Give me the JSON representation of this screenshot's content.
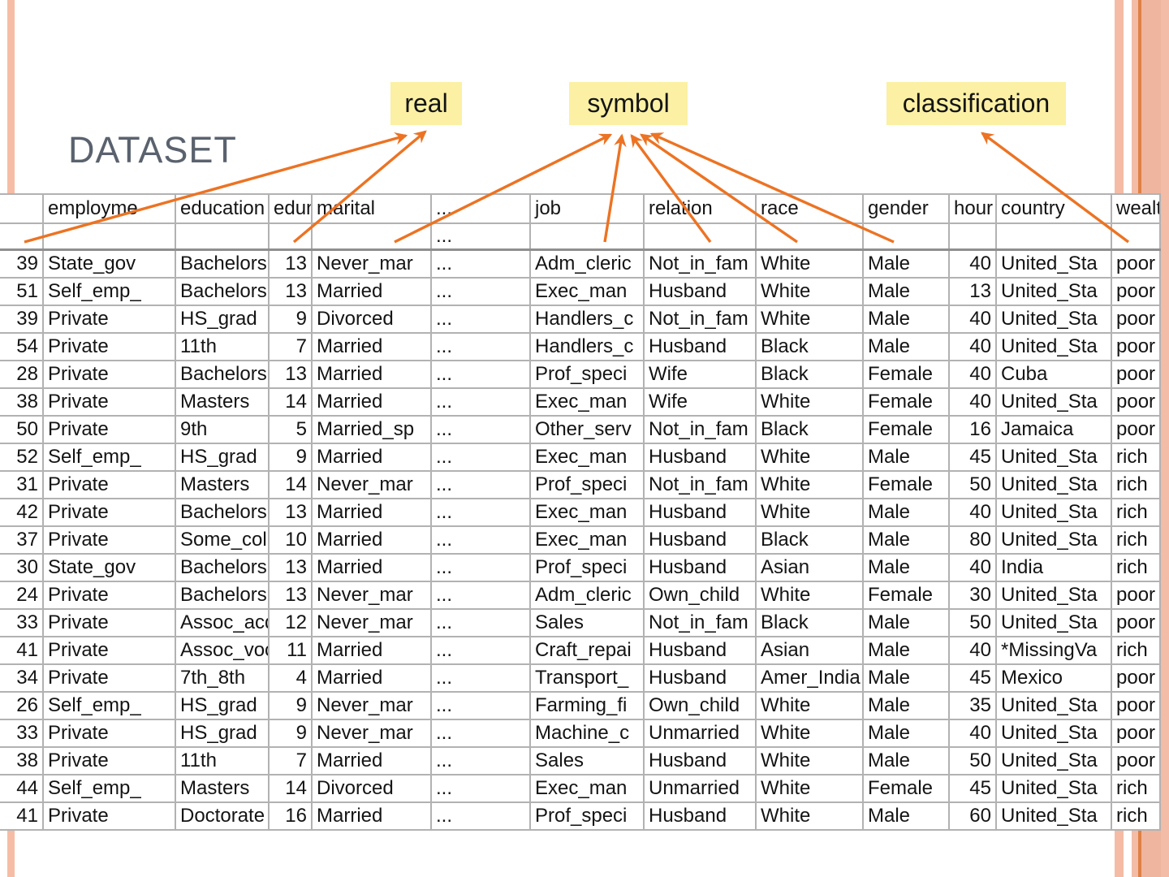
{
  "slide": {
    "title": "Dataset"
  },
  "labels": [
    {
      "id": "real",
      "text": "real",
      "targets": [
        "age",
        "edunum"
      ]
    },
    {
      "id": "symbol",
      "text": "symbol",
      "targets": [
        "marital",
        "job",
        "relation",
        "race",
        "gender"
      ]
    },
    {
      "id": "classification",
      "text": "classification",
      "targets": [
        "wealth"
      ]
    }
  ],
  "arrow_color": "#ec7323",
  "label_bg_color": "#fbf0a4",
  "title_color": "#5a626e",
  "table": {
    "columns": [
      {
        "key": "age",
        "header": "",
        "align": "right"
      },
      {
        "key": "employment",
        "header": "employme",
        "align": "left"
      },
      {
        "key": "education",
        "header": "education",
        "align": "left"
      },
      {
        "key": "edunum",
        "header": "edun",
        "align": "right"
      },
      {
        "key": "marital",
        "header": "marital",
        "align": "left"
      },
      {
        "key": "dots",
        "header": "...",
        "align": "left"
      },
      {
        "key": "job",
        "header": "job",
        "align": "left"
      },
      {
        "key": "relation",
        "header": "relation",
        "align": "left"
      },
      {
        "key": "race",
        "header": "race",
        "align": "left"
      },
      {
        "key": "gender",
        "header": "gender",
        "align": "left"
      },
      {
        "key": "hours",
        "header": "hour",
        "align": "right"
      },
      {
        "key": "country",
        "header": "country",
        "align": "left"
      },
      {
        "key": "wealth",
        "header": "wealt",
        "align": "left"
      }
    ],
    "filter_row": [
      "",
      "",
      "",
      "",
      "",
      "...",
      "",
      "",
      "",
      "",
      "",
      "",
      ""
    ],
    "rows": [
      [
        "39",
        "State_gov",
        "Bachelors",
        "13",
        "Never_mar",
        "...",
        "Adm_cleric",
        "Not_in_fam",
        "White",
        "Male",
        "40",
        "United_Sta",
        "poor"
      ],
      [
        "51",
        "Self_emp_",
        "Bachelors",
        "13",
        "Married",
        "...",
        "Exec_man",
        "Husband",
        "White",
        "Male",
        "13",
        "United_Sta",
        "poor"
      ],
      [
        "39",
        "Private",
        "HS_grad",
        "9",
        "Divorced",
        "...",
        "Handlers_c",
        "Not_in_fam",
        "White",
        "Male",
        "40",
        "United_Sta",
        "poor"
      ],
      [
        "54",
        "Private",
        "11th",
        "7",
        "Married",
        "...",
        "Handlers_c",
        "Husband",
        "Black",
        "Male",
        "40",
        "United_Sta",
        "poor"
      ],
      [
        "28",
        "Private",
        "Bachelors",
        "13",
        "Married",
        "...",
        "Prof_speci",
        "Wife",
        "Black",
        "Female",
        "40",
        "Cuba",
        "poor"
      ],
      [
        "38",
        "Private",
        "Masters",
        "14",
        "Married",
        "...",
        "Exec_man",
        "Wife",
        "White",
        "Female",
        "40",
        "United_Sta",
        "poor"
      ],
      [
        "50",
        "Private",
        "9th",
        "5",
        "Married_sp",
        "...",
        "Other_serv",
        "Not_in_fam",
        "Black",
        "Female",
        "16",
        "Jamaica",
        "poor"
      ],
      [
        "52",
        "Self_emp_",
        "HS_grad",
        "9",
        "Married",
        "...",
        "Exec_man",
        "Husband",
        "White",
        "Male",
        "45",
        "United_Sta",
        "rich"
      ],
      [
        "31",
        "Private",
        "Masters",
        "14",
        "Never_mar",
        "...",
        "Prof_speci",
        "Not_in_fam",
        "White",
        "Female",
        "50",
        "United_Sta",
        "rich"
      ],
      [
        "42",
        "Private",
        "Bachelors",
        "13",
        "Married",
        "...",
        "Exec_man",
        "Husband",
        "White",
        "Male",
        "40",
        "United_Sta",
        "rich"
      ],
      [
        "37",
        "Private",
        "Some_coll",
        "10",
        "Married",
        "...",
        "Exec_man",
        "Husband",
        "Black",
        "Male",
        "80",
        "United_Sta",
        "rich"
      ],
      [
        "30",
        "State_gov",
        "Bachelors",
        "13",
        "Married",
        "...",
        "Prof_speci",
        "Husband",
        "Asian",
        "Male",
        "40",
        "India",
        "rich"
      ],
      [
        "24",
        "Private",
        "Bachelors",
        "13",
        "Never_mar",
        "...",
        "Adm_cleric",
        "Own_child",
        "White",
        "Female",
        "30",
        "United_Sta",
        "poor"
      ],
      [
        "33",
        "Private",
        "Assoc_acd",
        "12",
        "Never_mar",
        "...",
        "Sales",
        "Not_in_fam",
        "Black",
        "Male",
        "50",
        "United_Sta",
        "poor"
      ],
      [
        "41",
        "Private",
        "Assoc_voc",
        "11",
        "Married",
        "...",
        "Craft_repai",
        "Husband",
        "Asian",
        "Male",
        "40",
        "*MissingVa",
        "rich"
      ],
      [
        "34",
        "Private",
        "7th_8th",
        "4",
        "Married",
        "...",
        "Transport_",
        "Husband",
        "Amer_India",
        "Male",
        "45",
        "Mexico",
        "poor"
      ],
      [
        "26",
        "Self_emp_",
        "HS_grad",
        "9",
        "Never_mar",
        "...",
        "Farming_fi",
        "Own_child",
        "White",
        "Male",
        "35",
        "United_Sta",
        "poor"
      ],
      [
        "33",
        "Private",
        "HS_grad",
        "9",
        "Never_mar",
        "...",
        "Machine_c",
        "Unmarried",
        "White",
        "Male",
        "40",
        "United_Sta",
        "poor"
      ],
      [
        "38",
        "Private",
        "11th",
        "7",
        "Married",
        "...",
        "Sales",
        "Husband",
        "White",
        "Male",
        "50",
        "United_Sta",
        "poor"
      ],
      [
        "44",
        "Self_emp_",
        "Masters",
        "14",
        "Divorced",
        "...",
        "Exec_man",
        "Unmarried",
        "White",
        "Female",
        "45",
        "United_Sta",
        "rich"
      ],
      [
        "41",
        "Private",
        "Doctorate",
        "16",
        "Married",
        "...",
        "Prof_speci",
        "Husband",
        "White",
        "Male",
        "60",
        "United_Sta",
        "rich"
      ]
    ]
  }
}
